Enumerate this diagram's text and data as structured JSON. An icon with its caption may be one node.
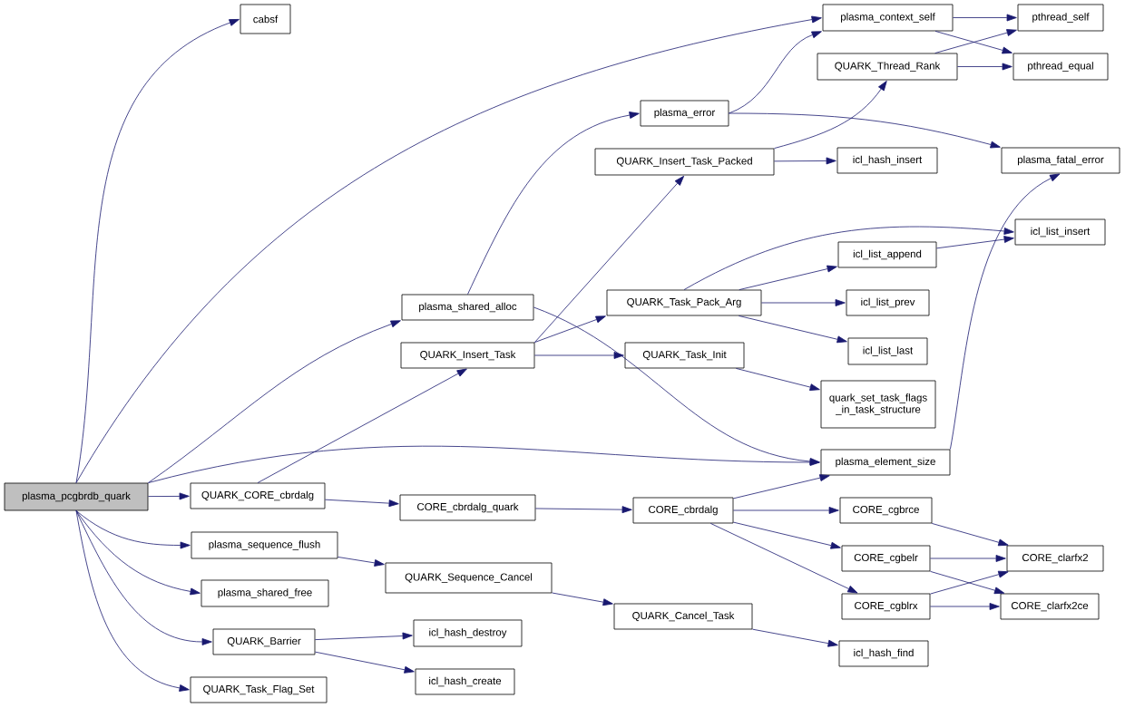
{
  "diagram": {
    "nodes": [
      {
        "text": [
          "plasma_pcgbrdb_quark"
        ]
      },
      {
        "text": [
          "cabsf"
        ]
      },
      {
        "text": [
          "plasma_context_self"
        ]
      },
      {
        "text": [
          "pthread_self"
        ]
      },
      {
        "text": [
          "QUARK_Thread_Rank"
        ]
      },
      {
        "text": [
          "pthread_equal"
        ]
      },
      {
        "text": [
          "plasma_error"
        ]
      },
      {
        "text": [
          "QUARK_Insert_Task_Packed"
        ]
      },
      {
        "text": [
          "icl_hash_insert"
        ]
      },
      {
        "text": [
          "plasma_fatal_error"
        ]
      },
      {
        "text": [
          "icl_list_insert"
        ]
      },
      {
        "text": [
          "icl_list_append"
        ]
      },
      {
        "text": [
          "plasma_shared_alloc"
        ]
      },
      {
        "text": [
          "QUARK_Task_Pack_Arg"
        ]
      },
      {
        "text": [
          "icl_list_prev"
        ]
      },
      {
        "text": [
          "icl_list_last"
        ]
      },
      {
        "text": [
          "QUARK_Insert_Task"
        ]
      },
      {
        "text": [
          "QUARK_Task_Init"
        ]
      },
      {
        "text": [
          "quark_set_task_flags _in_task_structure"
        ]
      },
      {
        "text": [
          "plasma_element_size"
        ]
      },
      {
        "text": [
          "QUARK_CORE_cbrdalg"
        ]
      },
      {
        "text": [
          "CORE_cbrdalg_quark"
        ]
      },
      {
        "text": [
          "CORE_cbrdalg"
        ]
      },
      {
        "text": [
          "CORE_cgbrce"
        ]
      },
      {
        "text": [
          "CORE_cgbelr"
        ]
      },
      {
        "text": [
          "CORE_clarfx2"
        ]
      },
      {
        "text": [
          "CORE_cgblrx"
        ]
      },
      {
        "text": [
          "CORE_clarfx2ce"
        ]
      },
      {
        "text": [
          "plasma_sequence_flush"
        ]
      },
      {
        "text": [
          "QUARK_Sequence_Cancel"
        ]
      },
      {
        "text": [
          "plasma_shared_free"
        ]
      },
      {
        "text": [
          "QUARK_Cancel_Task"
        ]
      },
      {
        "text": [
          "QUARK_Barrier"
        ]
      },
      {
        "text": [
          "icl_hash_destroy"
        ]
      },
      {
        "text": [
          "icl_hash_find"
        ]
      },
      {
        "text": [
          "icl_hash_create"
        ]
      },
      {
        "text": [
          "QUARK_Task_Flag_Set"
        ]
      }
    ],
    "edges": [
      {
        "from": 0,
        "to": 1,
        "arrow": "to"
      },
      {
        "from": 0,
        "to": 2,
        "arrow": "to"
      },
      {
        "from": 0,
        "to": 12,
        "arrow": "to"
      },
      {
        "from": 0,
        "to": 19,
        "arrow": "to"
      },
      {
        "from": 0,
        "to": 20,
        "arrow": "to"
      },
      {
        "from": 0,
        "to": 28,
        "arrow": "to"
      },
      {
        "from": 0,
        "to": 30,
        "arrow": "to"
      },
      {
        "from": 0,
        "to": 32,
        "arrow": "to"
      },
      {
        "from": 0,
        "to": 36,
        "arrow": "to"
      },
      {
        "from": 2,
        "to": 3,
        "arrow": "to"
      },
      {
        "from": 2,
        "to": 5,
        "arrow": "to"
      },
      {
        "from": 4,
        "to": 3,
        "arrow": "to"
      },
      {
        "from": 4,
        "to": 5,
        "arrow": "to"
      },
      {
        "from": 6,
        "to": 2,
        "arrow": "to"
      },
      {
        "from": 6,
        "to": 9,
        "arrow": "to"
      },
      {
        "from": 7,
        "to": 4,
        "arrow": "to"
      },
      {
        "from": 7,
        "to": 8,
        "arrow": "to"
      },
      {
        "from": 12,
        "to": 6,
        "arrow": "to"
      },
      {
        "from": 12,
        "to": 19,
        "arrow": "to"
      },
      {
        "from": 13,
        "to": 10,
        "arrow": "to"
      },
      {
        "from": 13,
        "to": 11,
        "arrow": "to"
      },
      {
        "from": 13,
        "to": 14,
        "arrow": "to"
      },
      {
        "from": 13,
        "to": 15,
        "arrow": "to"
      },
      {
        "from": 11,
        "to": 10,
        "arrow": "to"
      },
      {
        "from": 16,
        "to": 7,
        "arrow": "to"
      },
      {
        "from": 16,
        "to": 13,
        "arrow": "to"
      },
      {
        "from": 16,
        "to": 17,
        "arrow": "to"
      },
      {
        "from": 17,
        "to": 18,
        "arrow": "to"
      },
      {
        "from": 19,
        "to": 9,
        "arrow": "to"
      },
      {
        "from": 20,
        "to": 16,
        "arrow": "to"
      },
      {
        "from": 20,
        "to": 21,
        "arrow": "to"
      },
      {
        "from": 21,
        "to": 22,
        "arrow": "to"
      },
      {
        "from": 22,
        "to": 19,
        "arrow": "to"
      },
      {
        "from": 22,
        "to": 23,
        "arrow": "to"
      },
      {
        "from": 22,
        "to": 24,
        "arrow": "to"
      },
      {
        "from": 22,
        "to": 26,
        "arrow": "to"
      },
      {
        "from": 23,
        "to": 25,
        "arrow": "to"
      },
      {
        "from": 24,
        "to": 25,
        "arrow": "to"
      },
      {
        "from": 24,
        "to": 27,
        "arrow": "to"
      },
      {
        "from": 26,
        "to": 25,
        "arrow": "to"
      },
      {
        "from": 26,
        "to": 27,
        "arrow": "to"
      },
      {
        "from": 28,
        "to": 29,
        "arrow": "to"
      },
      {
        "from": 29,
        "to": 31,
        "arrow": "to"
      },
      {
        "from": 31,
        "to": 34,
        "arrow": "to"
      },
      {
        "from": 32,
        "to": 33,
        "arrow": "to"
      },
      {
        "from": 32,
        "to": 35,
        "arrow": "to"
      }
    ]
  }
}
